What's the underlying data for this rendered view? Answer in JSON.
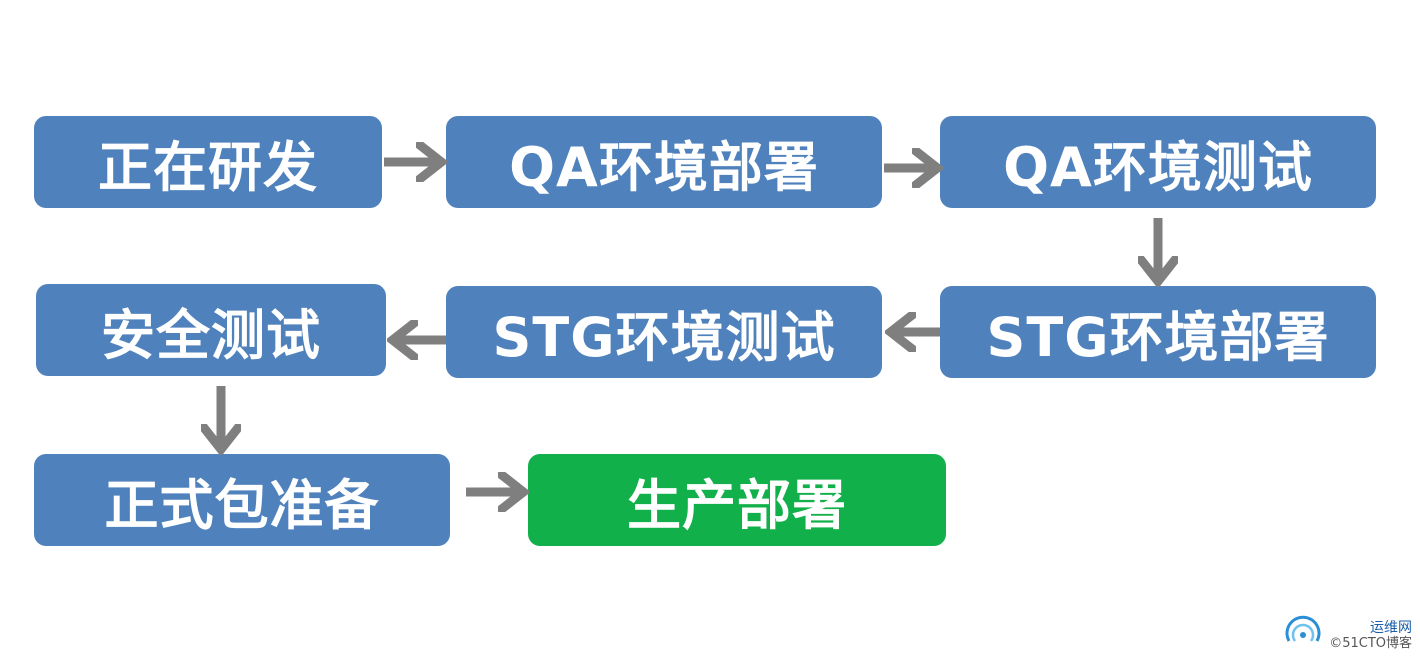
{
  "colors": {
    "step": "#4f81bd",
    "final": "#12b04a",
    "arrow": "#7f7f7f"
  },
  "flow": {
    "steps": [
      "正在研发",
      "QA环境部署",
      "QA环境测试",
      "STG环境部署",
      "STG环境测试",
      "安全测试",
      "正式包准备",
      "生产部署"
    ]
  },
  "watermark": {
    "site_cn": "运维网",
    "site_url": "©51CTO博客"
  }
}
